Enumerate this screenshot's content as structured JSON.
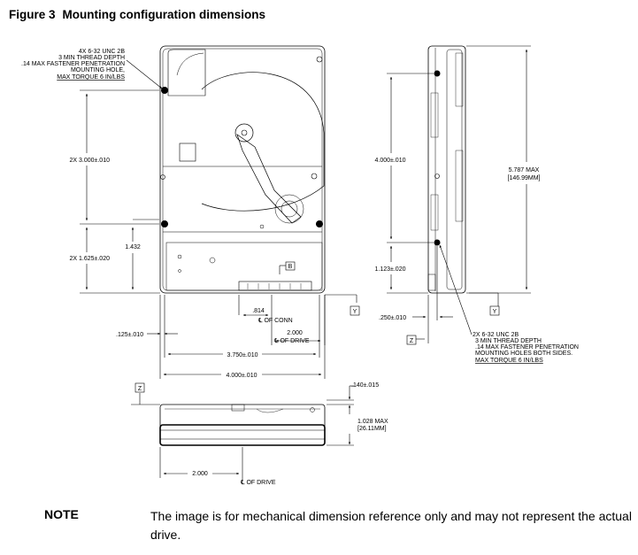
{
  "figure": {
    "number": "Figure 3",
    "title": "Mounting configuration dimensions"
  },
  "top_view": {
    "holes_callout": [
      "4X 6-32 UNC 2B",
      "3 MIN THREAD DEPTH",
      ".14 MAX FASTENER PENETRATION",
      "MOUNTING HOLE,",
      "MAX TORQUE 6 IN/LBS"
    ],
    "dim_3000": "2X 3.000±.010",
    "dim_1625": "2X 1.625±.020",
    "dim_1432": "1.432",
    "dim_814": ".814",
    "conn_center": "℄ OF CONN",
    "dim_2000": "2.000",
    "drive_center": "℄ OF DRIVE",
    "dim_125": ".125±.010",
    "dim_3750": "3.750±.010",
    "dim_4000": "4.000±.010",
    "datum_b": "B",
    "datum_y": "Y"
  },
  "side_view": {
    "dim_4000": "4.000±.010",
    "dim_1123": "1.123±.020",
    "dim_5787": "5.787 MAX",
    "dim_5787_mm": "[146.99MM]",
    "dim_250": ".250±.010",
    "datum_y": "Y",
    "datum_z": "Z",
    "holes_callout": [
      "2X 6-32 UNC 2B",
      "3 MIN THREAD DEPTH",
      ".14 MAX FASTENER PENETRATION",
      "MOUNTING HOLES BOTH SIDES.",
      "MAX TORQUE 6 IN/LBS"
    ]
  },
  "end_view": {
    "datum_z": "Z",
    "dim_140": ".140±.015",
    "dim_1028": "1.028 MAX",
    "dim_1028_mm": "[26.11MM]",
    "dim_2000": "2.000",
    "drive_center": "℄ OF DRIVE"
  },
  "note": {
    "label": "NOTE",
    "text": "The image is for mechanical dimension reference only and may not represent the actual drive."
  }
}
